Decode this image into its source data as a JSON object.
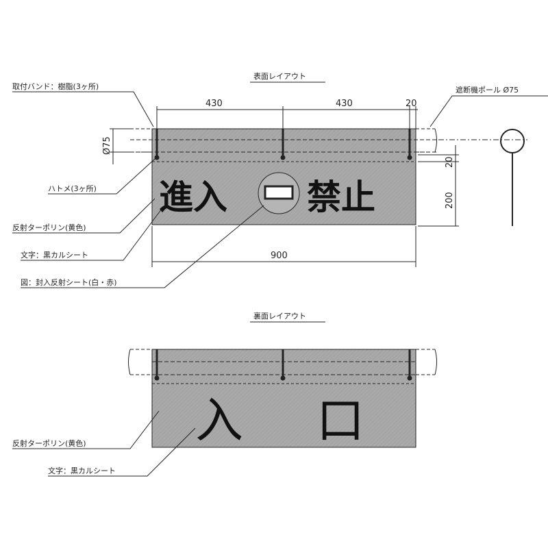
{
  "front": {
    "title": "表面レイアウト",
    "sign_text_left": "進入",
    "sign_text_right": "禁止",
    "labels": {
      "band": "取付バンド：樹脂(3ヶ所)",
      "grommet": "ハトメ(3ヶ所)",
      "tarpaulin": "反射ターポリン(黄色)",
      "letters": "文字：黒カルシート",
      "symbol": "図：封入反射シート(白・赤)",
      "pole": "遮断機ポール Ø75"
    },
    "dimensions": {
      "span1": "430",
      "span2": "430",
      "edge": "20",
      "pole_dia": "Ø75",
      "gap": "20",
      "height": "200",
      "width": "900"
    }
  },
  "back": {
    "title": "裏面レイアウト",
    "sign_text_left": "入",
    "sign_text_right": "口",
    "labels": {
      "tarpaulin": "反射ターポリン(黄色)",
      "letters": "文字：黒カルシート"
    }
  },
  "colors": {
    "sign_fill": "#a9a9a9",
    "line": "#222222"
  }
}
